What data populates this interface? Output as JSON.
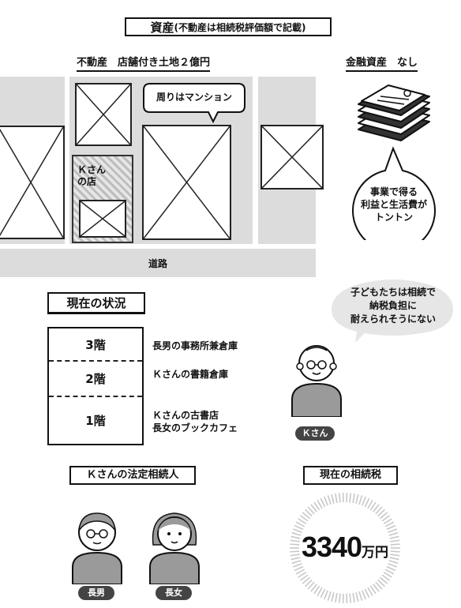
{
  "header": {
    "title_main": "資産",
    "title_sub": "(不動産は相続税評価額で記載)"
  },
  "realestate": {
    "label": "不動産　店舗付き土地２億円",
    "bubble": "周りはマンション",
    "shop_label_line1": "Ｋさん",
    "shop_label_line2": "の店",
    "road": "道路"
  },
  "financial": {
    "label": "金融資産　なし",
    "bubble_line1": "事業で得る",
    "bubble_line2": "利益と生活費が",
    "bubble_line3": "トントン"
  },
  "situation": {
    "title": "現在の状況",
    "floors": [
      {
        "name": "3階",
        "use_line1": "長男の事務所兼倉庫",
        "use_line2": ""
      },
      {
        "name": "2階",
        "use_line1": "Ｋさんの書籍倉庫",
        "use_line2": ""
      },
      {
        "name": "1階",
        "use_line1": "Ｋさんの古書店",
        "use_line2": "長女のブックカフェ"
      }
    ]
  },
  "ksan": {
    "thought_line1": "子どもたちは相続で",
    "thought_line2": "納税負担に",
    "thought_line3": "耐えられそうにない",
    "badge": "Ｋさん"
  },
  "heirs": {
    "label": "Ｋさんの法定相続人",
    "son_badge": "長男",
    "daughter_badge": "長女"
  },
  "tax": {
    "label": "現在の相続税",
    "amount": "3340",
    "unit": "万円"
  },
  "colors": {
    "gray_block": "#dcdcdc",
    "dark": "#111111",
    "figure_gray": "#9a9a9a",
    "badge": "#444444"
  }
}
